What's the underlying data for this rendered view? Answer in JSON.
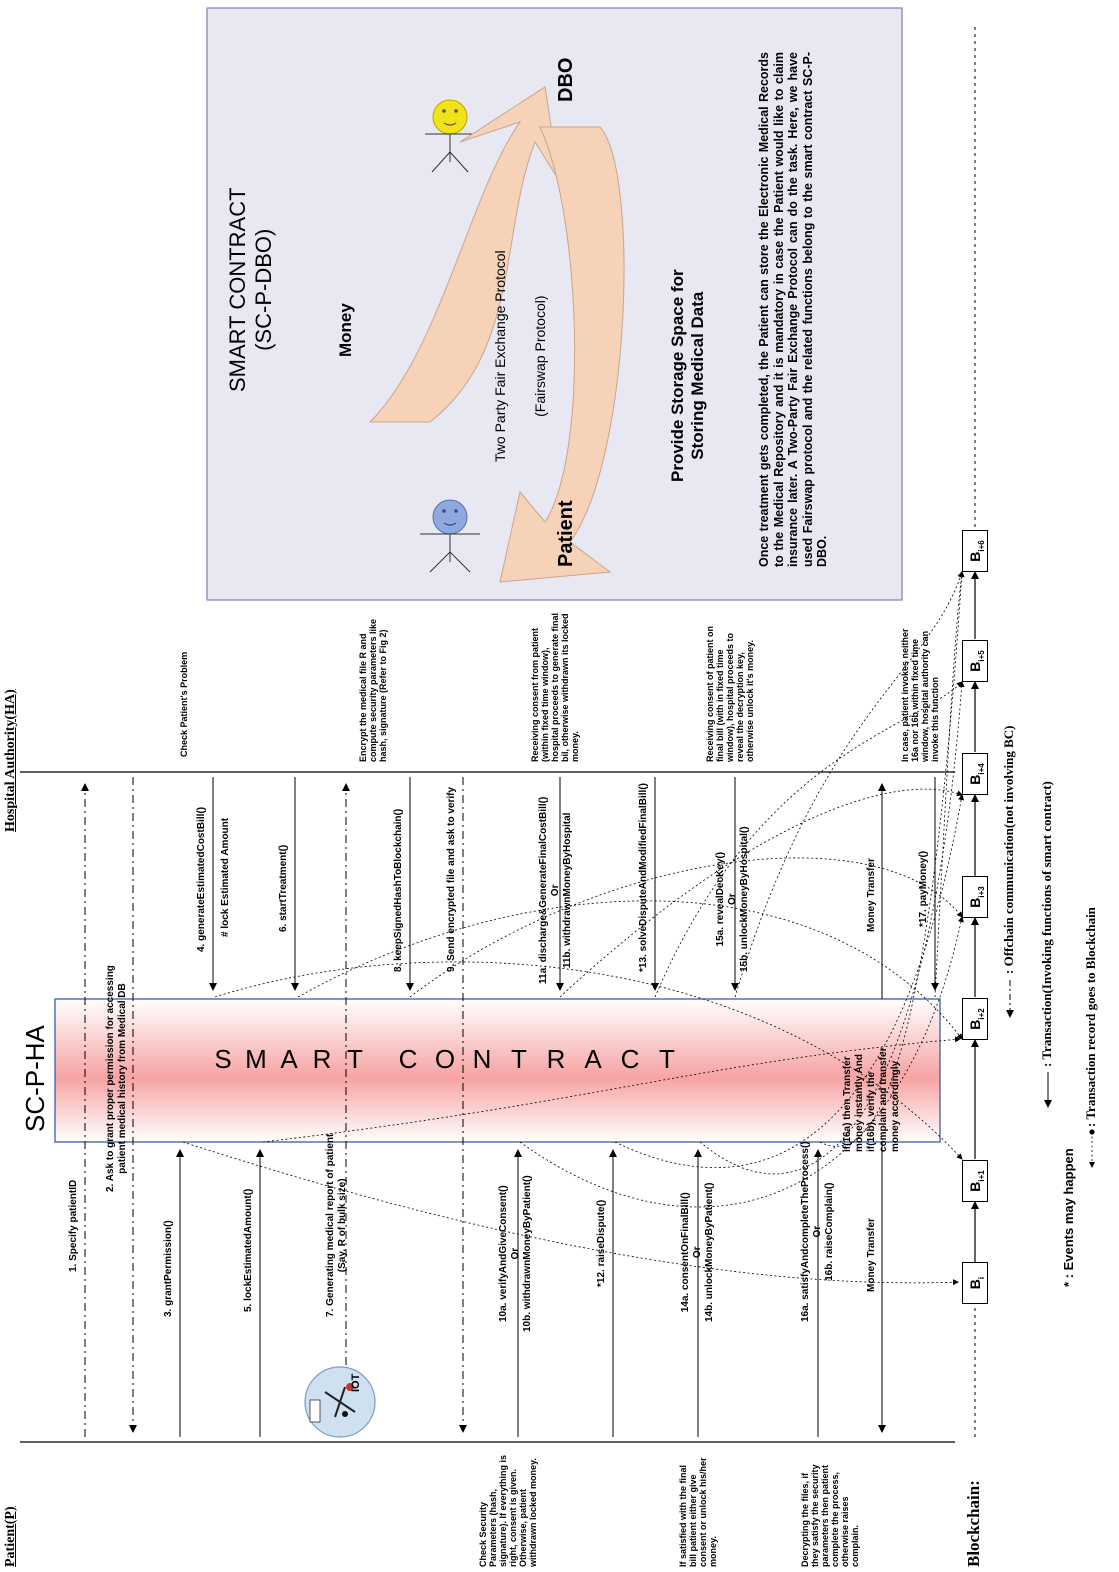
{
  "actors": {
    "patient": "Patient(P)",
    "hospital": "Hospital Authority(HA)",
    "blockchain": "Blockchain:",
    "iot": "IOT",
    "sc_title": "SC-P-HA"
  },
  "smart_contract_letters": [
    "S",
    "M",
    "A",
    "R",
    "T",
    "C",
    "O",
    "N",
    "T",
    "R",
    "A",
    "C",
    "T"
  ],
  "patient_notes": {
    "check_security": "Check Security Parameters (hash, signature). If everything is right, consent is given. Otherwise, patient withdrawn locked money.",
    "satisfied": "If satisfied with the final bill patient either give consent or unlock his/her money.",
    "decrypting": "Decrypting the files, if they satisfy the security parameters then patient complete the process, otherwise raises complain."
  },
  "hospital_notes": {
    "check_problem": "Check Patient's Problem",
    "encrypt": "Encrypt the medical file R and compute security parameters like hash, signature (Refer to Fig 2)",
    "receiving_consent": "Receiving consent from patient (within fixed time window), hospital proceeds to generate final bil, otherwise withdrawn its locked money.",
    "receiving_final": "Receiving consent of patient on final bill (with in fixed time window), hospital proceeds to reveal the decryption key, otherwise unlock it's money.",
    "in_case": "In case, patient invokes neither 16a nor 16b within fixed time window, hospital authority can invoke this function"
  },
  "messages": {
    "m1": "1. Specify patientID",
    "m2a": "2. Ask to grant proper permission for accessing",
    "m2b": "patient medical history from Medical DB",
    "m3": "3. grantPermission()",
    "m4": "4. generateEstimatedCostBill()",
    "m4b": "# lock Estimated Amount",
    "m5": "5. lockEstimatedAmount()",
    "m6": "6. startTreatment()",
    "m7a": "7. Generating medical report of patient",
    "m7b": "(Say, R of bulk size)",
    "m8": "8. keepSignedHashToBlockchain()",
    "m9": "9. Send encrypted file and ask to verify",
    "m10a": "10a. verifyAndGiveConsent()",
    "m10or": "Or",
    "m10b": "10b. withdrawnMoneyByPatient()",
    "m11a": "11a. discharge&GenerateFinalCostBill()",
    "m11or": "Or",
    "m11b": "11b. withdrawnMoneyByHospital",
    "m12": "*12. raiseDispute()",
    "m13": "*13. solveDisputeAndModifiedFinalBill()",
    "m14a": "14a. consentOnFinalBill()",
    "m14or": "Or",
    "m14b": "14b. unlockMoneyByPatient()",
    "m15a": "15a. revealDecKey()",
    "m15or": "Or",
    "m15b": "15b. unlockMoneyByHospital()",
    "m16a": "16a. satisfyAndcompleteTheProcess()",
    "m16or": "Or",
    "m16b": "16b. raiseComplain()",
    "money_transfer_p": "Money Transfer",
    "money_transfer_h": "Money Transfer",
    "m17": "*17. payMoney()",
    "sc_note": "if(16a) then Transfer money instantly And if(16b), verify the complain and transfer money accordingly"
  },
  "blocks": [
    {
      "base": "B",
      "sub": "i"
    },
    {
      "base": "B",
      "sub": "i+1"
    },
    {
      "base": "B",
      "sub": "i+2"
    },
    {
      "base": "B",
      "sub": "i+3"
    },
    {
      "base": "B",
      "sub": "i+4"
    },
    {
      "base": "B",
      "sub": "i+5"
    },
    {
      "base": "B",
      "sub": "i+6"
    }
  ],
  "dbo_panel": {
    "title_line1": "SMART CONTRACT",
    "title_line2": "(SC-P-DBO)",
    "money": "Money",
    "protocol_line1": "Two Party Fair Exchange Protocol",
    "protocol_line2": "(Fairswap Protocol)",
    "storage_line1": "Provide Storage Space for",
    "storage_line2": "Storing Medical Data",
    "patient": "Patient",
    "dbo": "DBO",
    "description": "Once treatment gets completed, the Patient can store the Electronic Medical Records to the Medical Repository and it is mandatory in case the Patient would like to claim insurance later. A Two-Party Fair Exchange Protocol can do the task. Here, we have used Fairswap protocol and the related functions belong to the smart contract SC-P-DBO."
  },
  "legend": {
    "events": "* : Events may happen",
    "offchain": ": Offchain communication(not involving BC)",
    "transaction": ": Transaction(Invoking functions of smart contract)",
    "record": ": Transaction record goes to Blockchain"
  },
  "colors": {
    "sc_fill_mid": "#f7a3a3",
    "sc_border": "#3b5dab",
    "panel_bg": "#e7e8f2",
    "panel_border": "#7b83b5",
    "arrow_fill": "#f6d3b8",
    "patient_face": "#8ea9e0",
    "dbo_face": "#f2e21a",
    "iot_circle": "#cfe0f0"
  }
}
